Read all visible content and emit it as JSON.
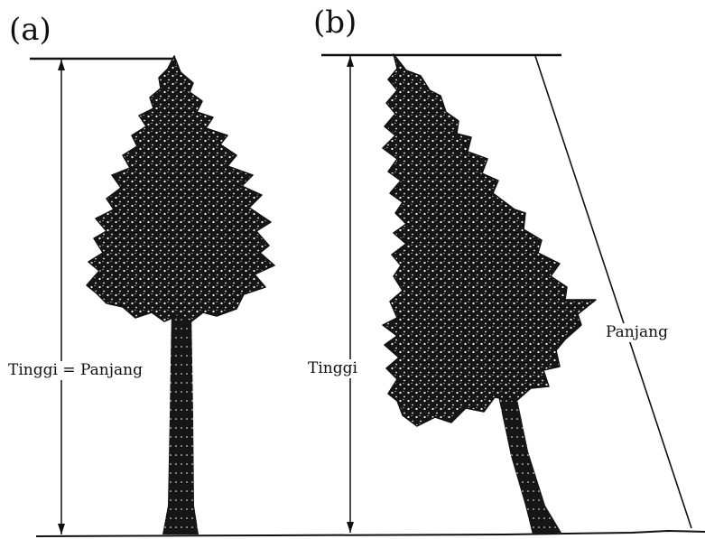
{
  "panels": {
    "a": {
      "label": "(a)",
      "measure_text": "Tinggi = Panjang"
    },
    "b": {
      "label": "(b)",
      "height_text": "Tinggi",
      "length_text": "Panjang"
    }
  },
  "colors": {
    "ink": "#111111",
    "background": "#ffffff"
  },
  "icons": {
    "tree": "conifer-tree-icon"
  }
}
